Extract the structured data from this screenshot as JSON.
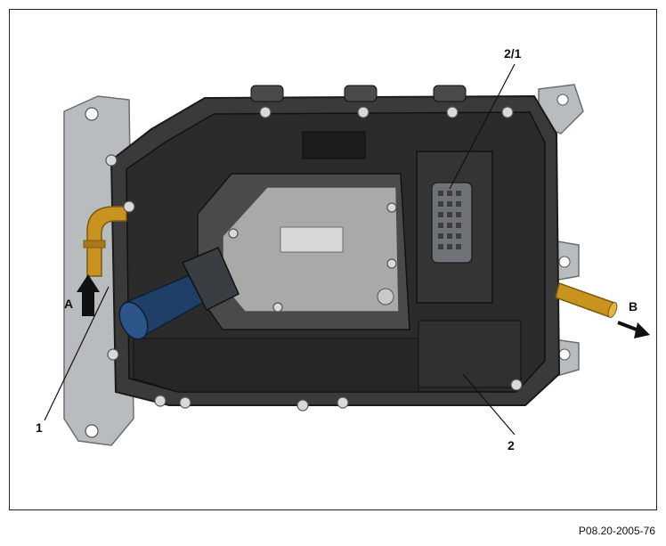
{
  "labels": {
    "component_1": "1",
    "component_2": "2",
    "component_2_1": "2/1",
    "inlet": "A",
    "outlet": "B"
  },
  "figure_code": "P08.20-2005-76",
  "colors": {
    "housing": "#2b2b2b",
    "plate": "#c9c9c9",
    "brass": "#c8941f",
    "hose": "#1f3f66"
  }
}
